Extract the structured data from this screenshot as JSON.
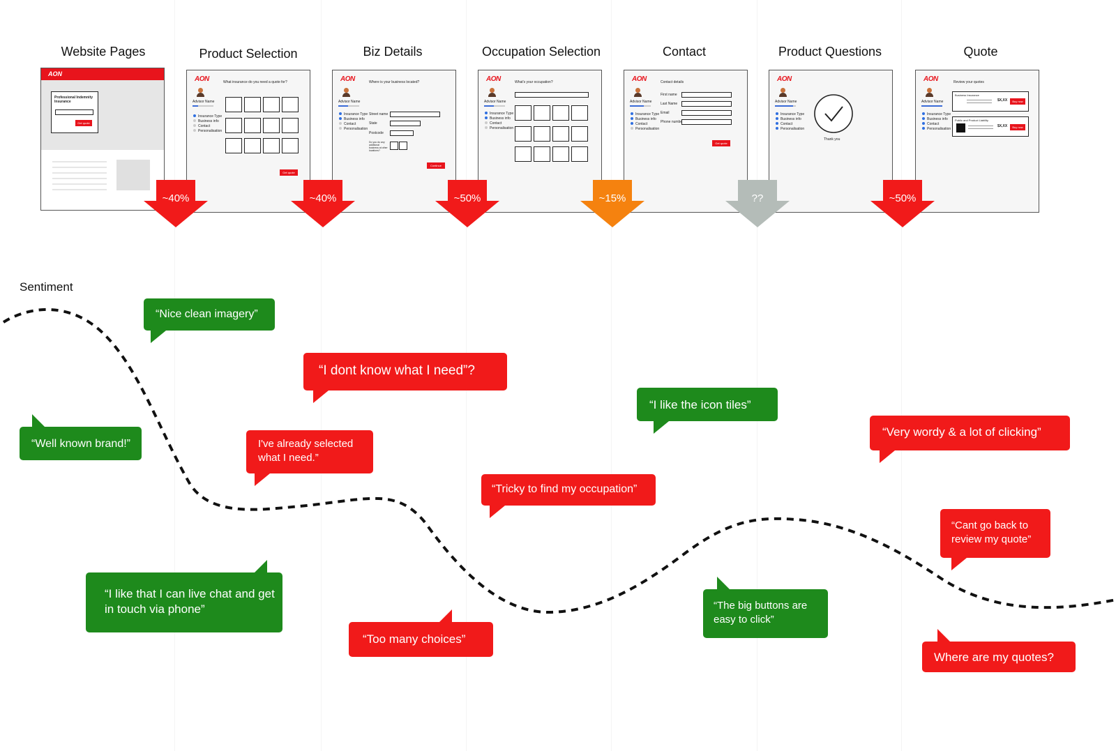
{
  "stages": [
    {
      "title": "Website Pages"
    },
    {
      "title": "Product Selection"
    },
    {
      "title": "Biz Details"
    },
    {
      "title": "Occupation Selection"
    },
    {
      "title": "Contact"
    },
    {
      "title": "Product Questions"
    },
    {
      "title": "Quote"
    }
  ],
  "screens": {
    "brand": "AON",
    "website": {
      "heading": "Professional Indemnity Insurance",
      "button": "Get quote"
    },
    "product": {
      "question": "What insurance do you need a quote for?",
      "button": "Get quote"
    },
    "biz": {
      "question": "Where is your business located?",
      "labels": [
        "Street name",
        "State",
        "Postcode",
        "Do you do any additional business at other locations?"
      ],
      "button": "Continue"
    },
    "occupation": {
      "question": "What's your occupation?"
    },
    "contact": {
      "question": "Contact details",
      "labels": [
        "First name",
        "Last Name",
        "Email",
        "Phone number"
      ],
      "button": "Get quote"
    },
    "questions": {
      "caption": "Thank you"
    },
    "quote": {
      "question": "Review your quotes",
      "cards": [
        {
          "title": "Business Insurance",
          "price": "$X,XX",
          "button": "Buy now"
        },
        {
          "title": "Public and Product Liability",
          "price": "$X,XX",
          "button": "Buy now"
        }
      ]
    },
    "advisor": "Advisor Name",
    "steps": [
      "Insurance Type",
      "Business info",
      "Contact",
      "Personalisation"
    ]
  },
  "dropoffs": [
    {
      "label": "~40%",
      "color": "#f11a1a"
    },
    {
      "label": "~40%",
      "color": "#f11a1a"
    },
    {
      "label": "~50%",
      "color": "#f11a1a"
    },
    {
      "label": "~15%",
      "color": "#f5820f"
    },
    {
      "label": "??",
      "color": "#b4bcb8"
    },
    {
      "label": "~50%",
      "color": "#f11a1a"
    }
  ],
  "sentiment": {
    "label": "Sentiment",
    "quotes": [
      {
        "text": "“Nice clean imagery”",
        "tone": "positive"
      },
      {
        "text": "“Well known brand!”",
        "tone": "positive"
      },
      {
        "text": "“I like that I can live chat and get in touch via phone”",
        "tone": "positive"
      },
      {
        "text": "“I dont know what I need”?",
        "tone": "negative"
      },
      {
        "text": "I've already selected what I need.”",
        "tone": "negative"
      },
      {
        "text": "“Too many choices”",
        "tone": "negative"
      },
      {
        "text": "“Tricky to find my occupation”",
        "tone": "negative"
      },
      {
        "text": "“I like the icon tiles”",
        "tone": "positive"
      },
      {
        "text": "“The big buttons are easy to click”",
        "tone": "positive"
      },
      {
        "text": "“Very wordy & a lot of clicking”",
        "tone": "negative"
      },
      {
        "text": "“Cant go back to review my quote”",
        "tone": "negative"
      },
      {
        "text": "Where are my quotes?",
        "tone": "negative"
      }
    ]
  },
  "colors": {
    "positive": "#1e8a1c",
    "negative": "#f11a1a",
    "brand": "#e8141c"
  }
}
